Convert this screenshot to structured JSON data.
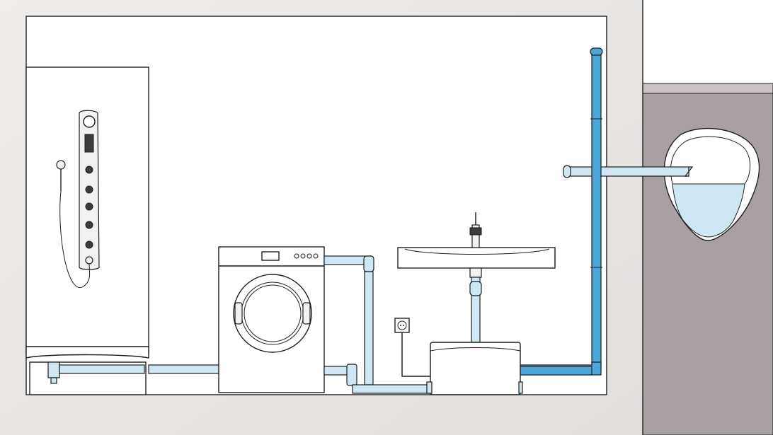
{
  "diagram": {
    "colors": {
      "greywater_pipe": "#cfe6f3",
      "pumped_discharge_pipe": "#4aa7d8",
      "exterior_wall": "#a8a0a2",
      "soil_stack_water": "#cfe6f3",
      "room_shadow": "#e7e4e2"
    },
    "components": [
      {
        "id": "shower-panel",
        "icon": "shower-column-icon"
      },
      {
        "id": "shower-tray",
        "icon": "shower-tray-icon"
      },
      {
        "id": "washing-machine",
        "icon": "washing-machine-icon"
      },
      {
        "id": "washbasin",
        "icon": "washbasin-icon"
      },
      {
        "id": "electrical-socket",
        "icon": "power-socket-icon"
      },
      {
        "id": "macerator-pump",
        "icon": "lifting-pump-icon"
      },
      {
        "id": "discharge-riser",
        "icon": "pipe-icon"
      },
      {
        "id": "soil-stack",
        "icon": "soil-stack-icon"
      }
    ]
  }
}
